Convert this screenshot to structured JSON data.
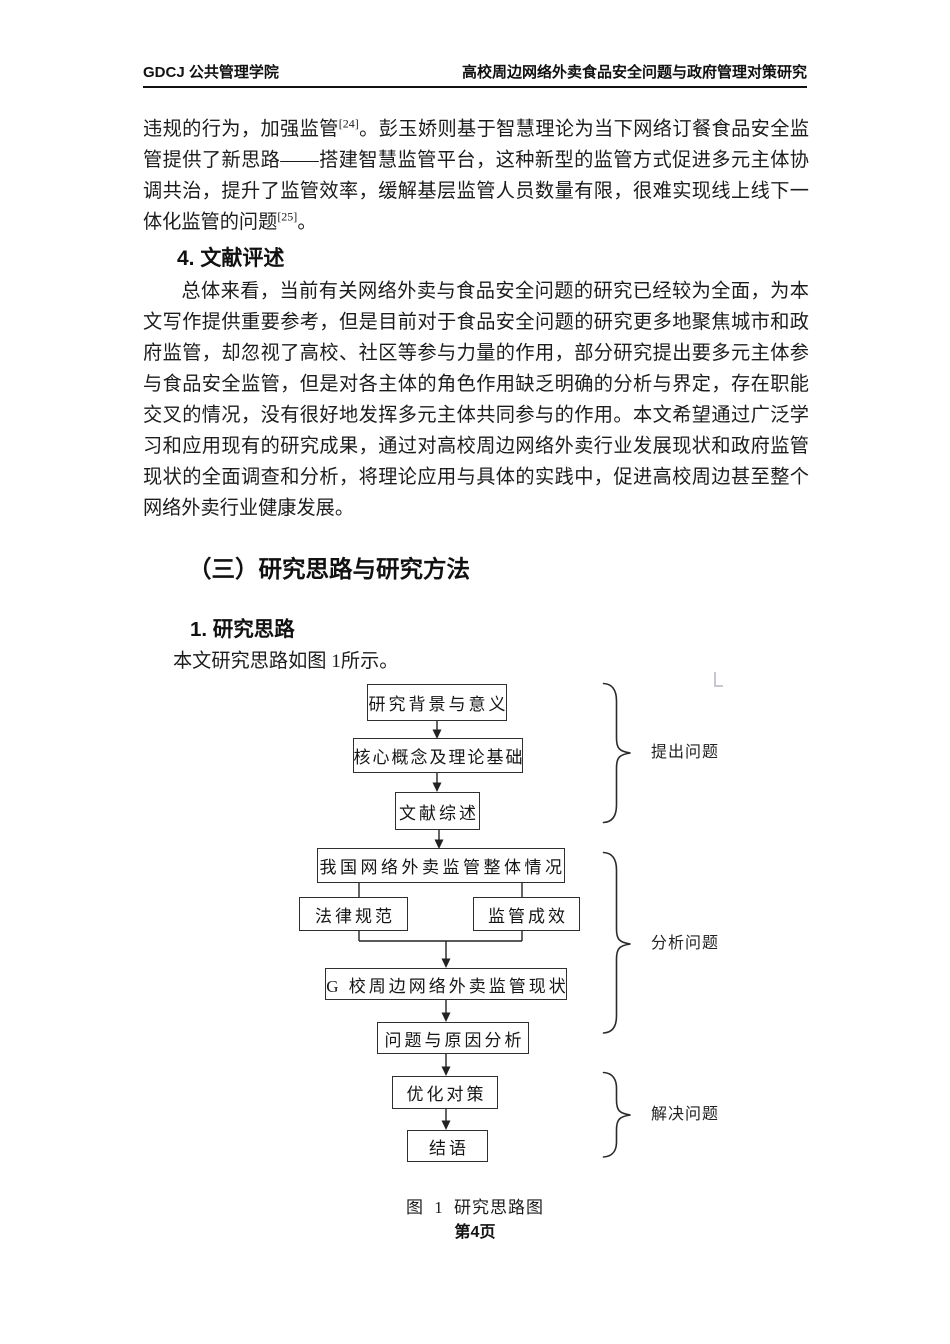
{
  "header": {
    "left": "GDCJ 公共管理学院",
    "right": "高校周边网络外卖食品安全问题与政府管理对策研究"
  },
  "body": {
    "para1": {
      "seg1": "违规的行为，加强监管",
      "ref1": "[24]",
      "seg2": "。彭玉娇则基于智慧理论为当下网络订餐食品安全监管提供了新思路——搭建智慧监管平台，这种新型的监管方式促进多元主体协调共治，提升了监管效率，缓解基层监管人员数量有限，很难实现线上线下一体化监管的问题",
      "ref2": "[25]",
      "seg3": "。"
    },
    "heading_literature_review": "4. 文献评述",
    "para2": "总体来看，当前有关网络外卖与食品安全问题的研究已经较为全面，为本文写作提供重要参考，但是目前对于食品安全问题的研究更多地聚焦城市和政府监管，却忽视了高校、社区等参与力量的作用，部分研究提出要多元主体参与食品安全监管，但是对各主体的角色作用缺乏明确的分析与界定，存在职能交叉的情况，没有很好地发挥多元主体共同参与的作用。本文希望通过广泛学习和应用现有的研究成果，通过对高校周边网络外卖行业发展现状和政府监管现状的全面调查和分析，将理论应用与具体的实践中，促进高校周边甚至整个网络外卖行业健康发展。",
    "heading_section": "（三）研究思路与研究方法",
    "heading_subsection": "1. 研究思路",
    "para3": "本文研究思路如图 1所示。"
  },
  "figure": {
    "boxes": [
      {
        "label": "研究背景与意义"
      },
      {
        "label": "核心概念及理论基础"
      },
      {
        "label": "文献综述"
      },
      {
        "label": "我国网络外卖监管整体情况"
      },
      {
        "label": "法律规范"
      },
      {
        "label": "监管成效"
      },
      {
        "label": "G 校周边网络外卖监管现状"
      },
      {
        "label": "问题与原因分析"
      },
      {
        "label": "优化对策"
      },
      {
        "label": "结语"
      }
    ],
    "brace_labels": [
      {
        "label": "提出问题"
      },
      {
        "label": "分析问题"
      },
      {
        "label": "解决问题"
      }
    ],
    "caption": "图 1 研究思路图"
  },
  "footer": {
    "page_number": "第4页"
  },
  "colors": {
    "text": "#1c1c1c",
    "line": "#222222",
    "box_border": "#2f2f2f"
  }
}
